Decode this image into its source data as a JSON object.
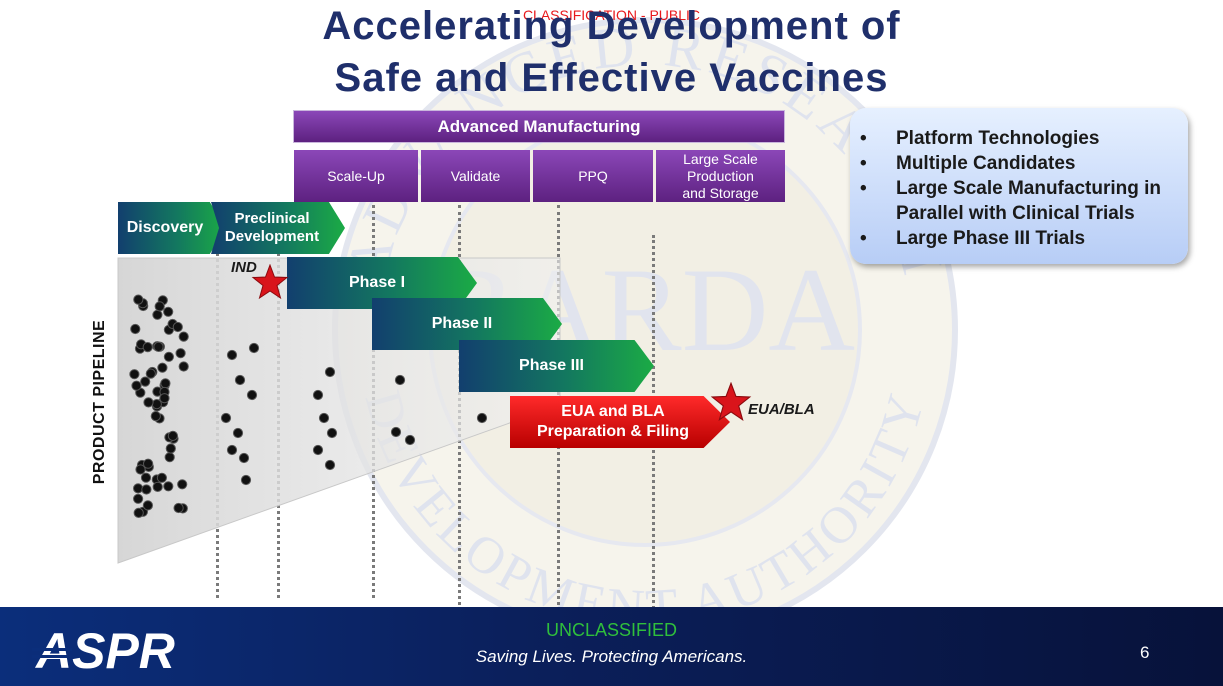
{
  "classification": "CLASSIFICATION - PUBLIC",
  "title": {
    "line1": "Accelerating  Development  of",
    "line2": "Safe and Effective Vaccines"
  },
  "manufacturing": {
    "header": "Advanced Manufacturing",
    "steps": [
      "Scale-Up",
      "Validate",
      "PPQ",
      "Large Scale\nProduction\nand Storage"
    ]
  },
  "stages": {
    "discovery": "Discovery",
    "preclinical": "Preclinical\nDevelopment",
    "phase1": "Phase I",
    "phase2": "Phase II",
    "phase3": "Phase III",
    "filing": "EUA and BLA\nPreparation & Filing"
  },
  "milestones": {
    "ind": "IND",
    "eua_bla": "EUA/BLA"
  },
  "pipeline_label": "PRODUCT PIPELINE",
  "callout": {
    "bullet": "•",
    "items": [
      "Platform Technologies",
      "Multiple Candidates",
      "Large Scale Manufacturing in Parallel with Clinical Trials",
      "Large Phase III Trials"
    ]
  },
  "footer": {
    "logo": "ASPR",
    "unclassified": "UNCLASSIFIED",
    "tagline": "Saving Lives. Protecting Americans.",
    "page": "6"
  },
  "watermark": {
    "top_arc": "ADVANCED RESEARCH",
    "center": "BARDA",
    "bottom_arc": "DEVELOPMENT AUTHORITY"
  },
  "colors": {
    "title": "#1f2f6b",
    "classification": "#e8181b",
    "unclassified": "#2fbf3c",
    "manufacturing": "#6a2a8f",
    "stage_green": "#13785f",
    "filing_red": "#d40000",
    "star": "#d9141b",
    "footer": "#0b1f5a"
  }
}
